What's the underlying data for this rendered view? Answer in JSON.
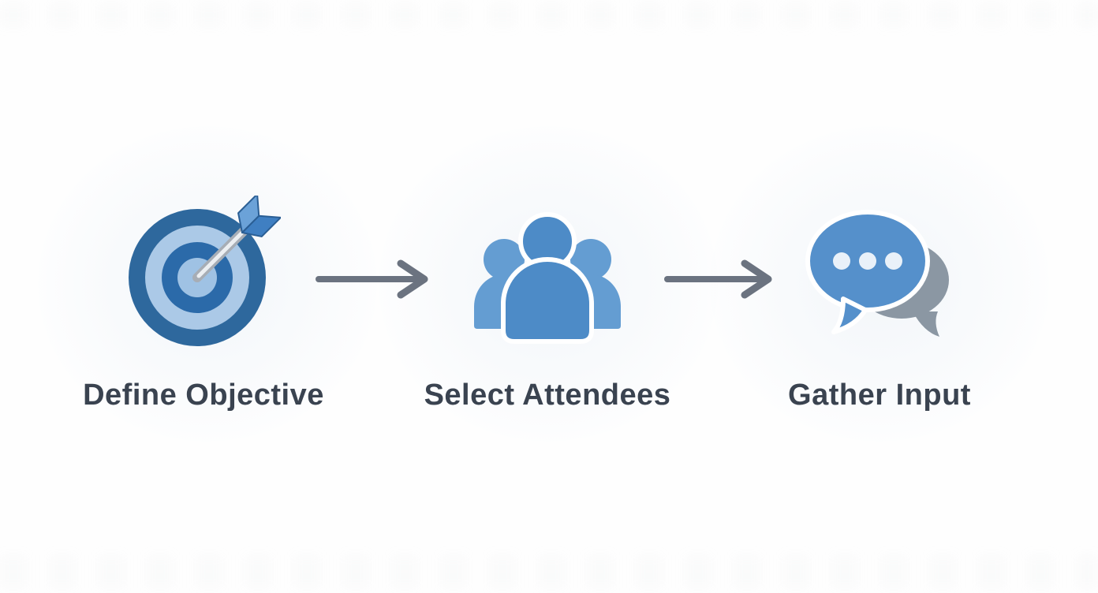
{
  "diagram": {
    "type": "process-flow",
    "direction": "left-to-right",
    "background": "#fefefe"
  },
  "steps": [
    {
      "label": "Define Objective",
      "icon": "target-icon"
    },
    {
      "label": "Select Attendees",
      "icon": "people-icon"
    },
    {
      "label": "Gather Input",
      "icon": "chat-bubbles-icon"
    }
  ],
  "connectors": [
    {
      "icon": "arrow-right-icon",
      "from": "Define Objective",
      "to": "Select Attendees"
    },
    {
      "icon": "arrow-right-icon",
      "from": "Select Attendees",
      "to": "Gather Input"
    }
  ],
  "colors": {
    "target_ring_outer": "#2e689d",
    "target_ring_light": "#abc9e7",
    "target_ring_mid": "#2b6aa9",
    "target_ring_center": "#9fc2e4",
    "arrow_shaft_gray": "#a7adb5",
    "arrow_shaft_highlight": "#eceff2",
    "fletching_light_blue": "#6ba2d8",
    "fletching_dark_blue": "#3f7fc2",
    "people_front_blue": "#4d8bc7",
    "people_back_blue": "#649dd2",
    "chat_bubble_blue": "#5590cb",
    "chat_bubble_gray": "#8b97a3",
    "chat_dots": "#e9f1f9",
    "connector_gray": "#6b7380",
    "label_text": "#3a4350"
  }
}
